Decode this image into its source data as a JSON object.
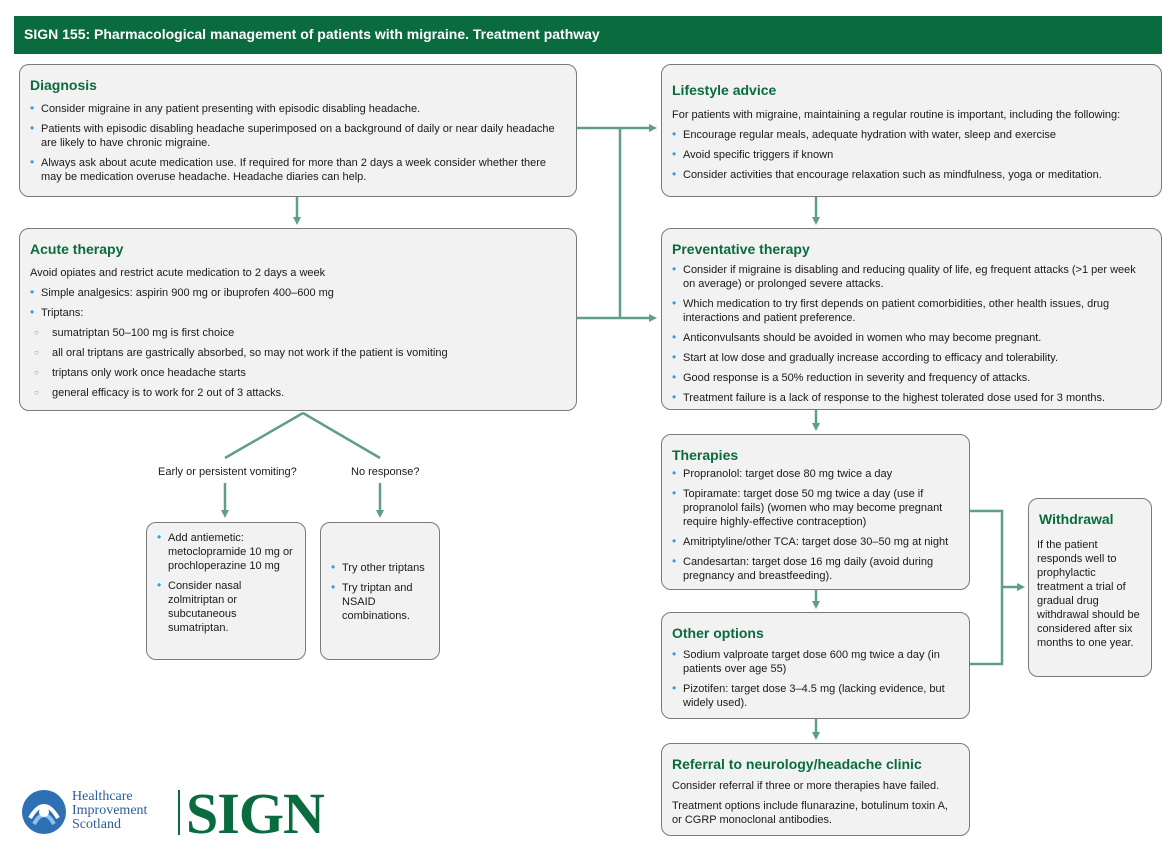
{
  "header": {
    "title": "SIGN 155: Pharmacological management of patients with migraine. Treatment pathway"
  },
  "diagnosis": {
    "title": "Diagnosis",
    "items": [
      "Consider migraine in any patient presenting with episodic disabling headache.",
      "Patients with episodic disabling headache superimposed on a background of daily or near daily headache are likely to have chronic migraine.",
      "Always ask about acute medication use. If required for more than 2 days a week consider whether there may be medication overuse headache. Headache diaries can help."
    ]
  },
  "acute": {
    "title": "Acute therapy",
    "intro": "Avoid opiates and restrict acute medication to 2 days a week",
    "items": [
      "Simple analgesics: aspirin 900 mg or ibuprofen 400–600 mg",
      "Triptans:"
    ],
    "subitems": [
      "sumatriptan 50–100 mg is first choice",
      "all oral triptans are gastrically absorbed, so may not work if the patient is vomiting",
      "triptans only work once headache starts",
      "general efficacy is to work for 2 out of 3 attacks."
    ]
  },
  "branches": {
    "vomiting": "Early or persistent vomiting?",
    "no_response": "No response?"
  },
  "vomiting_box": {
    "items": [
      "Add antiemetic: metoclopramide 10 mg or prochloperazine 10 mg",
      "Consider nasal zolmitriptan or subcutaneous sumatriptan."
    ]
  },
  "noresp_box": {
    "items": [
      "Try other triptans",
      "Try triptan and NSAID combinations."
    ]
  },
  "lifestyle": {
    "title": "Lifestyle advice",
    "intro": "For patients with migraine, maintaining a regular routine is important, including the following:",
    "items": [
      "Encourage regular meals, adequate hydration with water, sleep and exercise",
      "Avoid specific triggers if known",
      "Consider activities that encourage relaxation such as mindfulness, yoga or meditation."
    ]
  },
  "preventative": {
    "title": "Preventative therapy",
    "items": [
      "Consider if migraine is disabling and reducing quality of life, eg frequent attacks (>1 per week on average) or prolonged severe attacks.",
      "Which medication to try first depends on patient comorbidities, other health issues, drug interactions and patient preference.",
      "Anticonvulsants should be avoided in women who may become pregnant.",
      "Start at low dose and gradually increase according to efficacy and tolerability.",
      "Good response is a 50% reduction in severity and frequency of attacks.",
      "Treatment failure is a lack of response to the highest tolerated dose used for 3 months."
    ]
  },
  "therapies": {
    "title": "Therapies",
    "items": [
      "Propranolol: target dose 80 mg twice a day",
      "Topiramate: target dose 50 mg twice a day (use if propranolol fails) (women who may become pregnant require highly-effective contraception)",
      "Amitriptyline/other TCA: target dose 30–50 mg at night",
      "Candesartan: target dose 16 mg daily (avoid during pregnancy and breastfeeding)."
    ]
  },
  "other": {
    "title": "Other options",
    "items": [
      "Sodium valproate target dose 600 mg twice a day (in patients over age 55)",
      "Pizotifen: target dose 3–4.5 mg (lacking evidence, but widely used)."
    ]
  },
  "referral": {
    "title": "Referral to neurology/headache clinic",
    "p1": "Consider referral if three or more therapies have failed.",
    "p2": "Treatment options include flunarazine, botulinum toxin A, or CGRP monoclonal antibodies."
  },
  "withdrawal": {
    "title": "Withdrawal",
    "text": "If the patient responds well to prophylactic treatment a trial of gradual drug withdrawal should be considered after six months to one year."
  },
  "logos": {
    "hiz_line1": "Healthcare",
    "hiz_line2": "Improvement",
    "hiz_line3": "Scotland",
    "sign": "SIGN"
  },
  "colors": {
    "brand_green": "#0a6b3f",
    "connector": "#5fa085",
    "bullet": "#3a9ad9"
  }
}
